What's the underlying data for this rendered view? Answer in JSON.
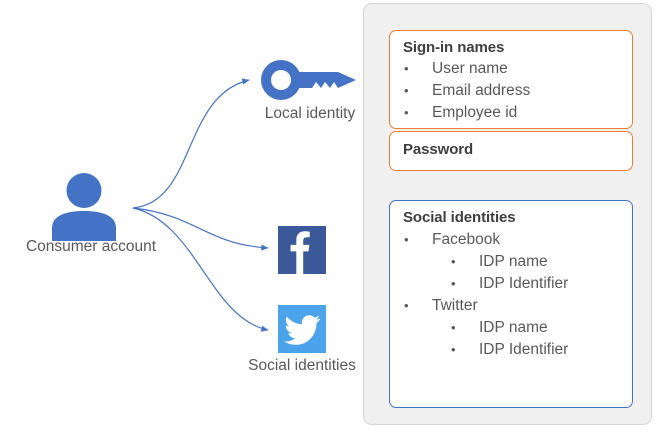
{
  "diagram": {
    "left": {
      "actor_icon": "person-icon",
      "actor_label": "Consumer account"
    },
    "identities": [
      {
        "icon": "key-icon",
        "label": "Local identity",
        "color": "#4472C4"
      },
      {
        "icon": "facebook-icon",
        "label": "",
        "color": "#3b5998"
      },
      {
        "icon": "twitter-icon",
        "label": "Social identities",
        "color": "#4aa3eb"
      }
    ],
    "arrow_color": "#4472C4",
    "panel": {
      "background": "#f0f0f0",
      "cards": [
        {
          "name": "sign-in-names",
          "title": "Sign-in names",
          "border_color": "#ED7D31",
          "items": [
            {
              "level": 1,
              "text": "User name"
            },
            {
              "level": 1,
              "text": "Email address"
            },
            {
              "level": 1,
              "text": "Employee id"
            }
          ]
        },
        {
          "name": "password",
          "title": "Password",
          "border_color": "#ED7D31",
          "items": []
        },
        {
          "name": "social-identities",
          "title": "Social identities",
          "border_color": "#4472C4",
          "items": [
            {
              "level": 1,
              "text": "Facebook"
            },
            {
              "level": 2,
              "text": "IDP name"
            },
            {
              "level": 2,
              "text": "IDP Identifier"
            },
            {
              "level": 1,
              "text": "Twitter"
            },
            {
              "level": 2,
              "text": "IDP name"
            },
            {
              "level": 2,
              "text": "IDP Identifier"
            }
          ]
        }
      ]
    },
    "bullet_glyph": "•"
  }
}
